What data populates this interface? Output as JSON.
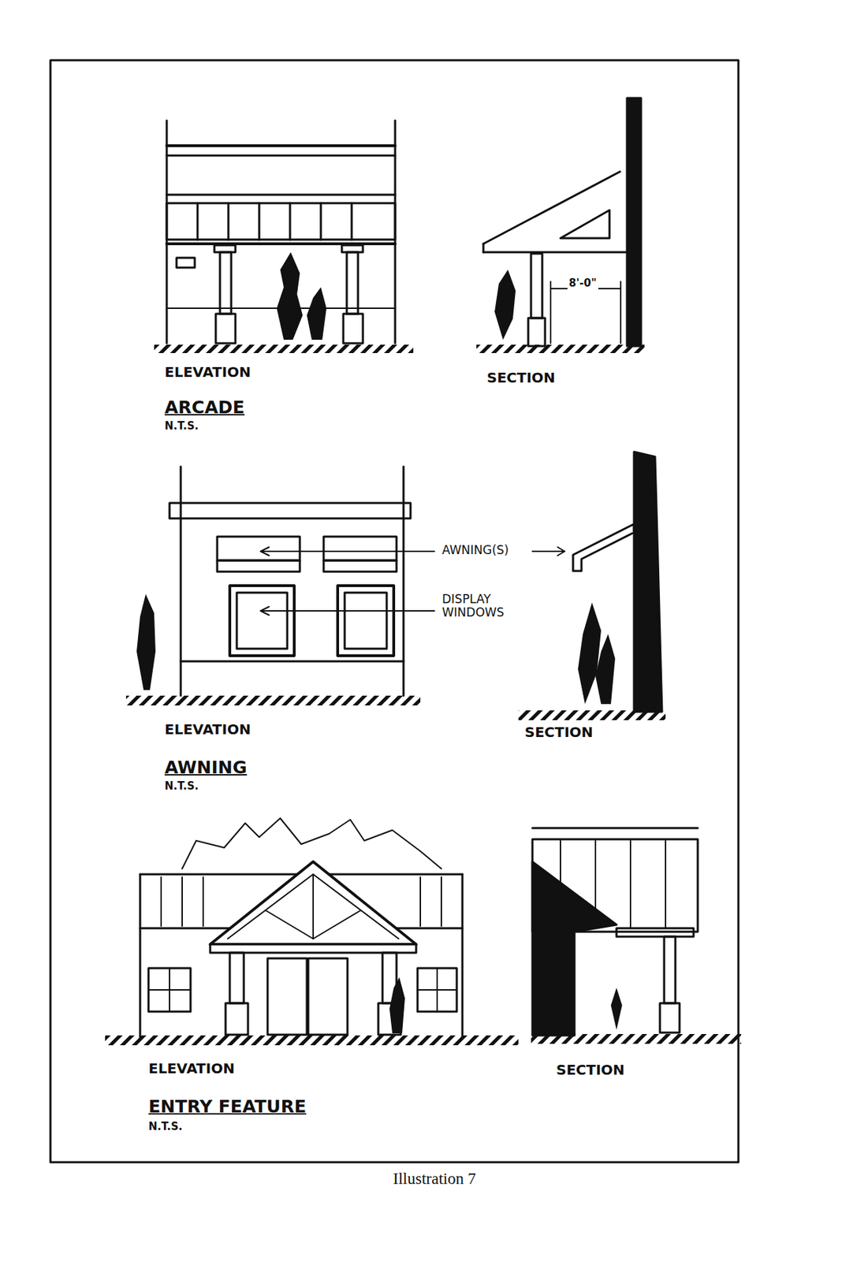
{
  "diagram": {
    "caption": "Illustration 7",
    "labels": [
      "ELEVATION",
      "SECTION",
      "ARCADE",
      "N.T.S.",
      "8'-0\"",
      "AWNING(S)",
      "DISPLAY WINDOWS",
      "ELEVATION",
      "SECTION",
      "AWNING",
      "N.T.S.",
      "ELEVATION",
      "SECTION",
      "ENTRY FEATURE",
      "N.T.S."
    ]
  }
}
